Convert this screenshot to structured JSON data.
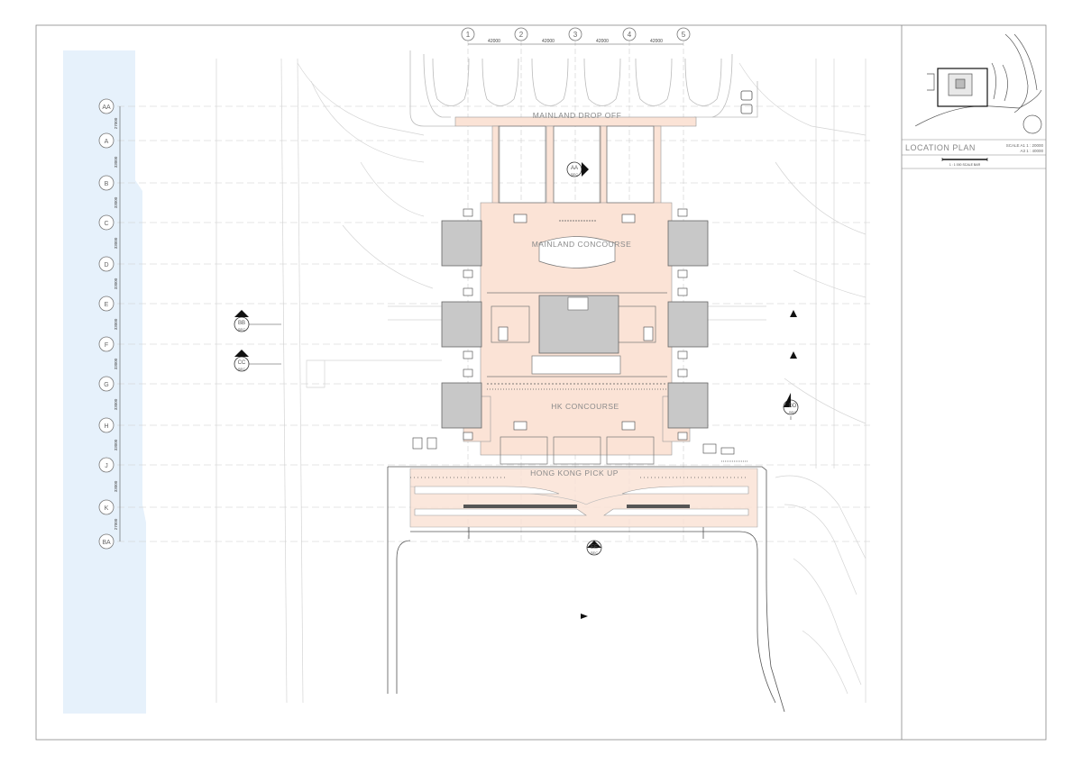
{
  "plan": {
    "zone_labels": {
      "dropoff": "MAINLAND DROP OFF",
      "mainland_concourse": "MAINLAND CONCOURSE",
      "hk_concourse": "HK CONCOURSE",
      "pickup": "HONG KONG PICK UP"
    },
    "grid_columns": [
      "1",
      "2",
      "3",
      "4",
      "5"
    ],
    "column_spacing": [
      "42000",
      "42000",
      "42000",
      "42000"
    ],
    "grid_rows": [
      {
        "id": "AA"
      },
      {
        "id": "A"
      },
      {
        "id": "B"
      },
      {
        "id": "C"
      },
      {
        "id": "D"
      },
      {
        "id": "E"
      },
      {
        "id": "F"
      },
      {
        "id": "G"
      },
      {
        "id": "H"
      },
      {
        "id": "J"
      },
      {
        "id": "K"
      },
      {
        "id": "BA"
      }
    ],
    "row_spacing": [
      "27000",
      "33000",
      "33000",
      "33000",
      "33000",
      "33000",
      "33000",
      "33000",
      "33000",
      "33000",
      "27000"
    ],
    "section_markers": [
      {
        "id": "AA",
        "sub": "SEC"
      },
      {
        "id": "BB",
        "sub": "SEC"
      },
      {
        "id": "CC",
        "sub": "SEC"
      },
      {
        "id": "DD",
        "sub": "SEC"
      },
      {
        "id": "EE",
        "sub": "SEC"
      }
    ]
  },
  "location_plan": {
    "title": "LOCATION PLAN",
    "scale_line1": "SCALE A1  1 : 20000",
    "scale_line2": "A3  1 : 40000",
    "scale_bar_text": "1 : 1 000    SCALE BAR"
  },
  "colors": {
    "water": "#e6f1fb",
    "building": "#fbe3d6",
    "core": "#c8c8c8",
    "line": "#333333",
    "faint": "#cfcfcf"
  }
}
